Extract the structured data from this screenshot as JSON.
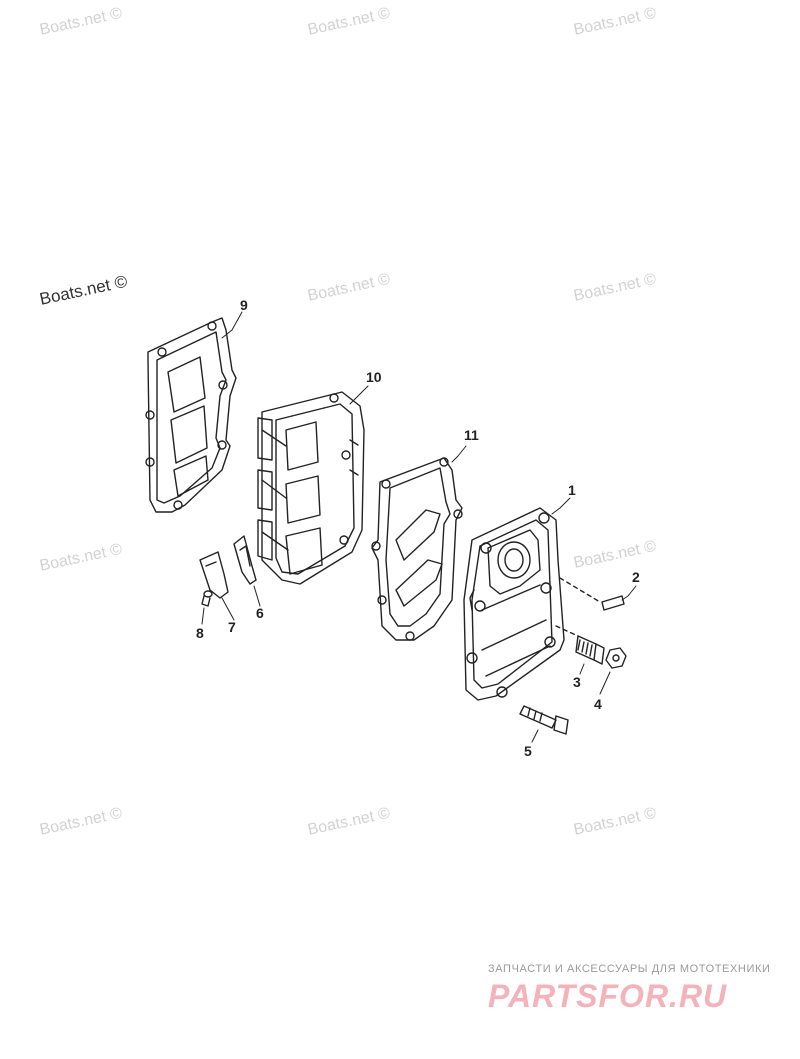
{
  "watermarks": [
    "Boats.net ©",
    "Boats.net ©",
    "Boats.net ©",
    "Boats.net ©",
    "Boats.net ©",
    "Boats.net ©",
    "Boats.net ©",
    "Boats.net ©",
    "Boats.net ©",
    "Boats.net ©",
    "Boats.net ©"
  ],
  "callouts": {
    "p1": "1",
    "p2": "2",
    "p3": "3",
    "p4": "4",
    "p5": "5",
    "p6": "6",
    "p7": "7",
    "p8": "8",
    "p9": "9",
    "p10": "10",
    "p11": "11"
  },
  "promo": {
    "tagline": "ЗАПЧАСТИ И АКСЕССУАРЫ ДЛЯ МОТОТЕХНИКИ",
    "logo": "PARTSFOR.RU"
  },
  "colors": {
    "line": "#222222",
    "watermark": "#d2d2d2",
    "promo_logo": "#f4b2ba"
  }
}
